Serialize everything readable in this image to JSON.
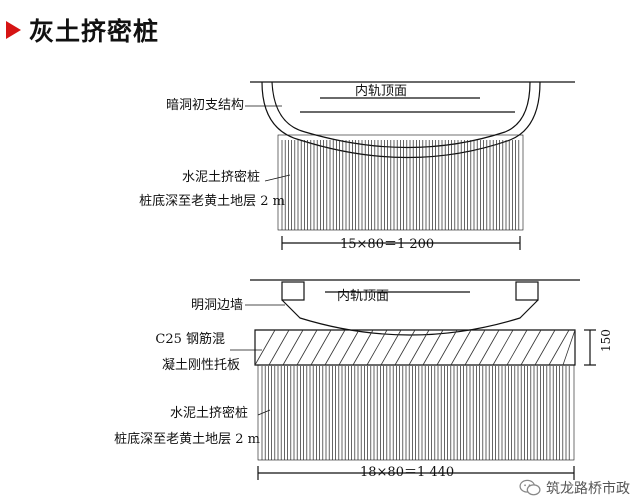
{
  "title": "灰土挤密桩",
  "top_figure": {
    "label_rail_top": "内轨顶面",
    "label_tunnel": "暗洞初支结构",
    "label_piles_1": "水泥土挤密桩",
    "label_piles_2": "桩底深至老黄土地层 2 m",
    "dimension": "15×80＝1 200"
  },
  "bottom_figure": {
    "label_rail_top": "内轨顶面",
    "label_wall": "明洞边墙",
    "label_slab_1": "C25 钢筋混",
    "label_slab_2": "凝土刚性托板",
    "label_piles_1": "水泥土挤密桩",
    "label_piles_2": "桩底深至老黄土地层 2 m",
    "dimension": "18×80＝1 440",
    "slab_thickness": "150"
  },
  "watermark": "筑龙路桥市政",
  "icon": "wechat-icon"
}
